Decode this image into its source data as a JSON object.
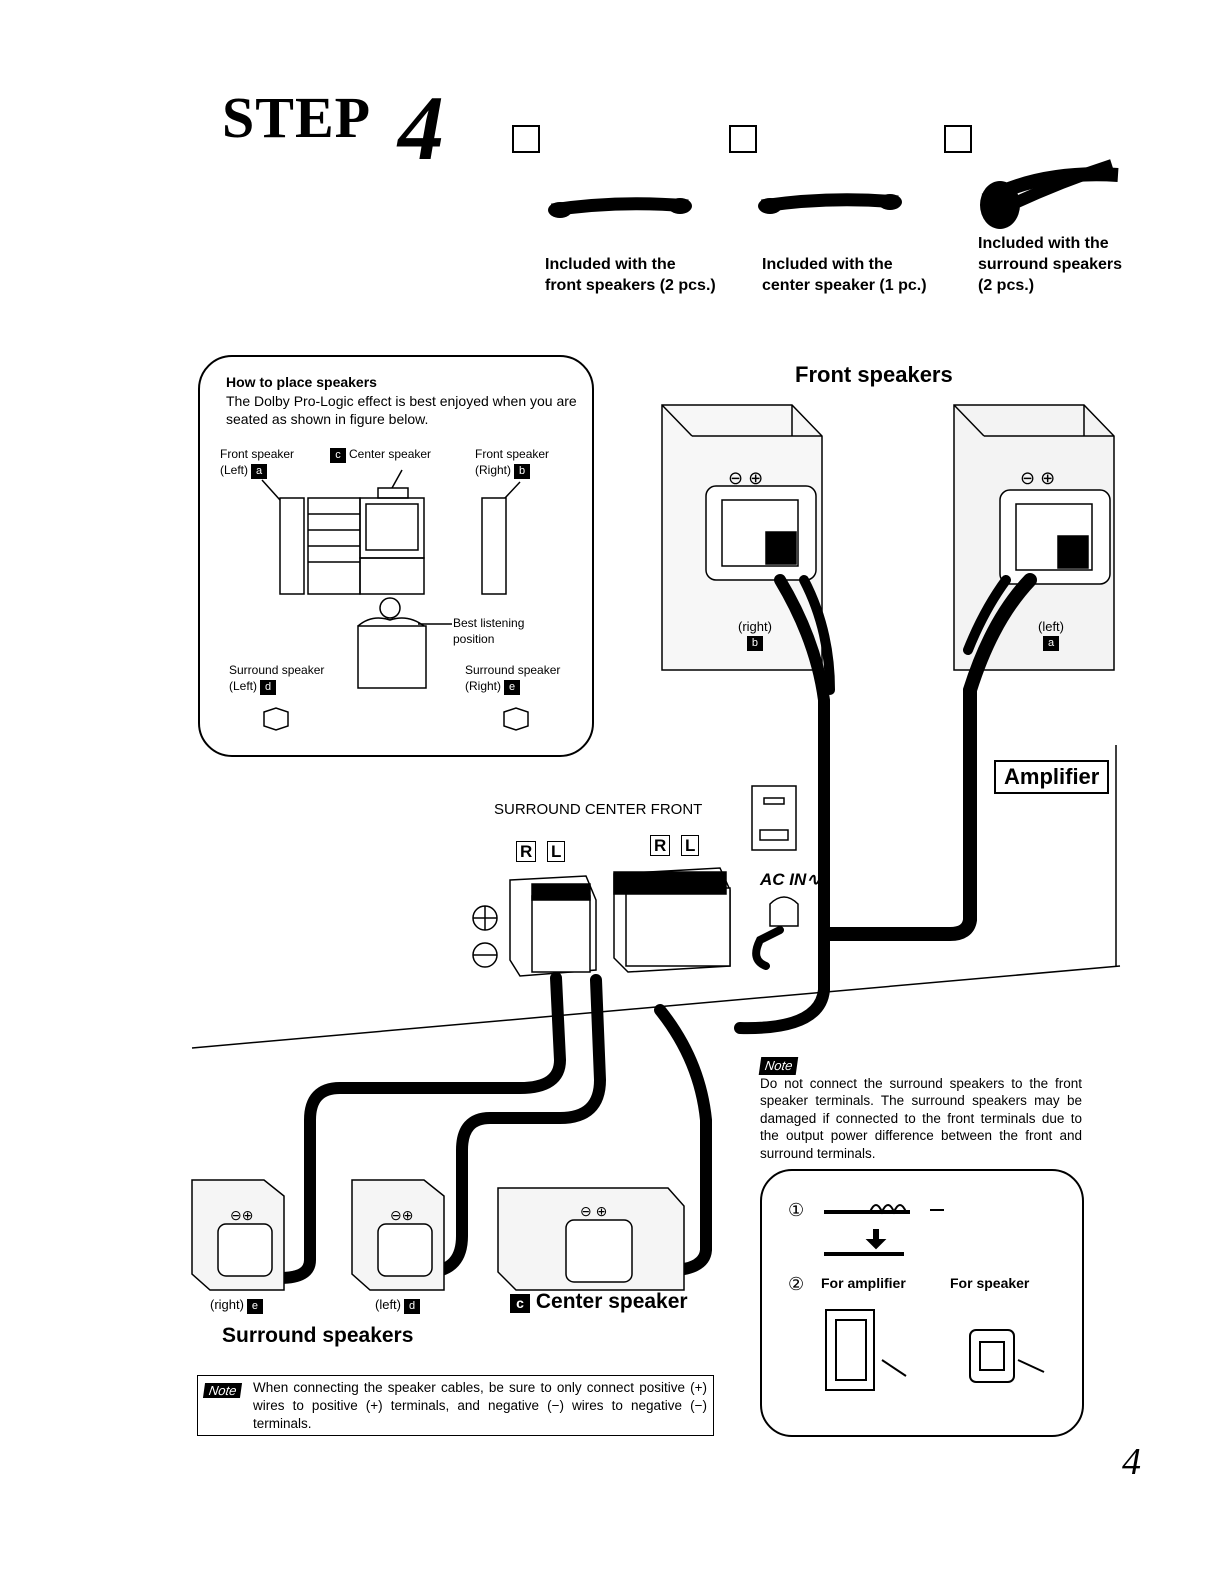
{
  "header": {
    "step_word": "STEP",
    "step_number": "4"
  },
  "cables": [
    {
      "label_line1": "Included with the",
      "label_line2": "front speakers (2 pcs.)",
      "label_line3": ""
    },
    {
      "label_line1": "Included with the",
      "label_line2": "center speaker (1 pc.)",
      "label_line3": ""
    },
    {
      "label_line1": "Included with the",
      "label_line2": "surround speakers",
      "label_line3": "(2 pcs.)"
    }
  ],
  "how_to": {
    "title": "How to place speakers",
    "text": "The Dolby Pro-Logic effect is best enjoyed when you are seated as shown in figure below.",
    "front_left_line1": "Front speaker",
    "front_left_line2": "(Left)",
    "front_left_letter": "a",
    "center_letter": "c",
    "center_label": "Center speaker",
    "front_right_line1": "Front speaker",
    "front_right_line2": "(Right)",
    "front_right_letter": "b",
    "best_line1": "Best listening",
    "best_line2": "position",
    "sur_left_line1": "Surround speaker",
    "sur_left_line2": "(Left)",
    "sur_left_letter": "d",
    "sur_right_line1": "Surround speaker",
    "sur_right_line2": "(Right)",
    "sur_right_letter": "e"
  },
  "front_speakers": {
    "title": "Front speakers",
    "right_label": "(right)",
    "right_letter": "b",
    "left_label": "(left)",
    "left_letter": "a"
  },
  "amplifier": {
    "label": "Amplifier",
    "terminal_heading": "SURROUND CENTER FRONT",
    "r": "R",
    "l": "L",
    "plus": "+",
    "minus": "−",
    "ac_in": "AC IN∿"
  },
  "note_right": {
    "tag": "Note",
    "text": "Do not connect the surround speakers to the front speaker terminals. The surround speakers may be damaged if connected to the front terminals due to the output power difference between the front and surround terminals."
  },
  "steps_box": {
    "step1": "①",
    "step2": "②",
    "for_amplifier": "For amplifier",
    "for_speaker": "For speaker"
  },
  "surround": {
    "title": "Surround speakers",
    "right_label": "(right)",
    "right_letter": "e",
    "left_label": "(left)",
    "left_letter": "d"
  },
  "center": {
    "letter": "c",
    "title": "Center speaker"
  },
  "bottom_note": {
    "tag": "Note",
    "text": "When connecting the speaker cables, be sure to only connect positive (+) wires to positive (+) terminals, and negative (−) wires to negative (−) terminals."
  },
  "page_number": "4"
}
